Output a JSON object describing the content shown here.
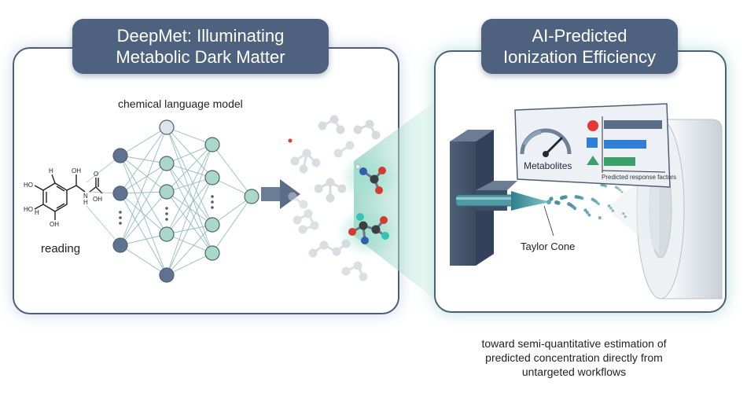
{
  "titles": {
    "left": [
      "DeepMet: Illuminating",
      "Metabolic Dark Matter"
    ],
    "right": [
      "AI-Predicted",
      "Ionization Efficiency"
    ]
  },
  "labels": {
    "chemical_language_model": "chemical language model",
    "reading": "reading",
    "taylor_cone": "Taylor Cone",
    "metabolites": "Metabolites",
    "predicted_response_factors": "Predicted response factors"
  },
  "molecule_atoms": {
    "ho_top": "HO",
    "h_top": "H",
    "oh": "OH",
    "o": "O",
    "ho_mid": "HO",
    "n": "N",
    "h_n": "H",
    "oh_right": "OH",
    "h_bottom": "H",
    "oh_bottom": "OH"
  },
  "caption": [
    "toward semi-quantitative estimation of",
    "predicted concentration directly from",
    "untargeted workflows"
  ],
  "colors": {
    "title_bg": "#4e6280",
    "node_dark": "#5f7290",
    "node_teal": "#a9d8c9",
    "node_light": "#dde4ec",
    "accent_red": "#e53935",
    "accent_blue": "#2f7fd6",
    "accent_green": "#3aa06a",
    "spray": "#3f8f9c"
  }
}
